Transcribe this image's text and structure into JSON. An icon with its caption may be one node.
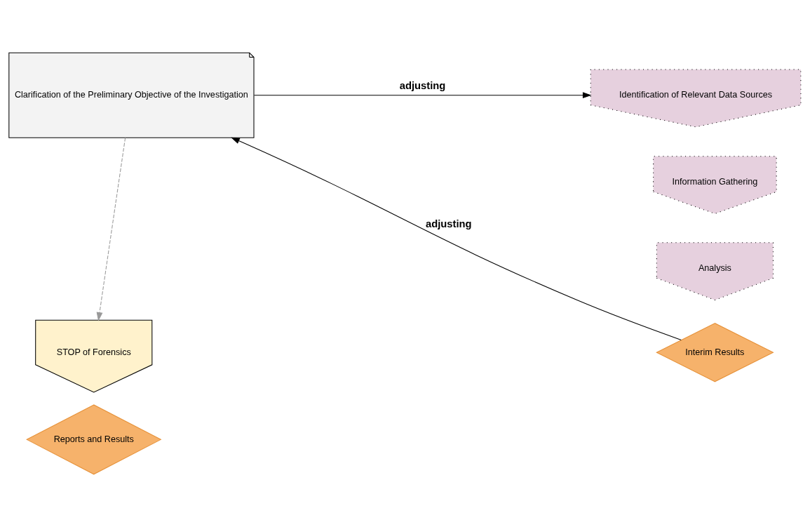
{
  "diagram": {
    "nodes": [
      {
        "text": [
          "Clarification of the Preliminary Objective of the Investigation"
        ]
      },
      {
        "text": [
          "Identification of Relevant Data Sources"
        ]
      },
      {
        "text": [
          "Information Gathering"
        ]
      },
      {
        "text": [
          "Analysis"
        ]
      },
      {
        "text": [
          "Interim Results"
        ]
      },
      {
        "text": [
          "STOP of Forensics"
        ]
      },
      {
        "text": [
          "Reports and Results"
        ]
      }
    ],
    "edges": [
      {
        "from": 0,
        "to": 1,
        "arrow": "to",
        "label": "adjusting"
      },
      {
        "from": 4,
        "to": 0,
        "arrow": "to",
        "label": "adjusting"
      },
      {
        "from": 0,
        "to": 5,
        "arrow": "to",
        "style": "dashed",
        "color": "#999999"
      }
    ]
  }
}
